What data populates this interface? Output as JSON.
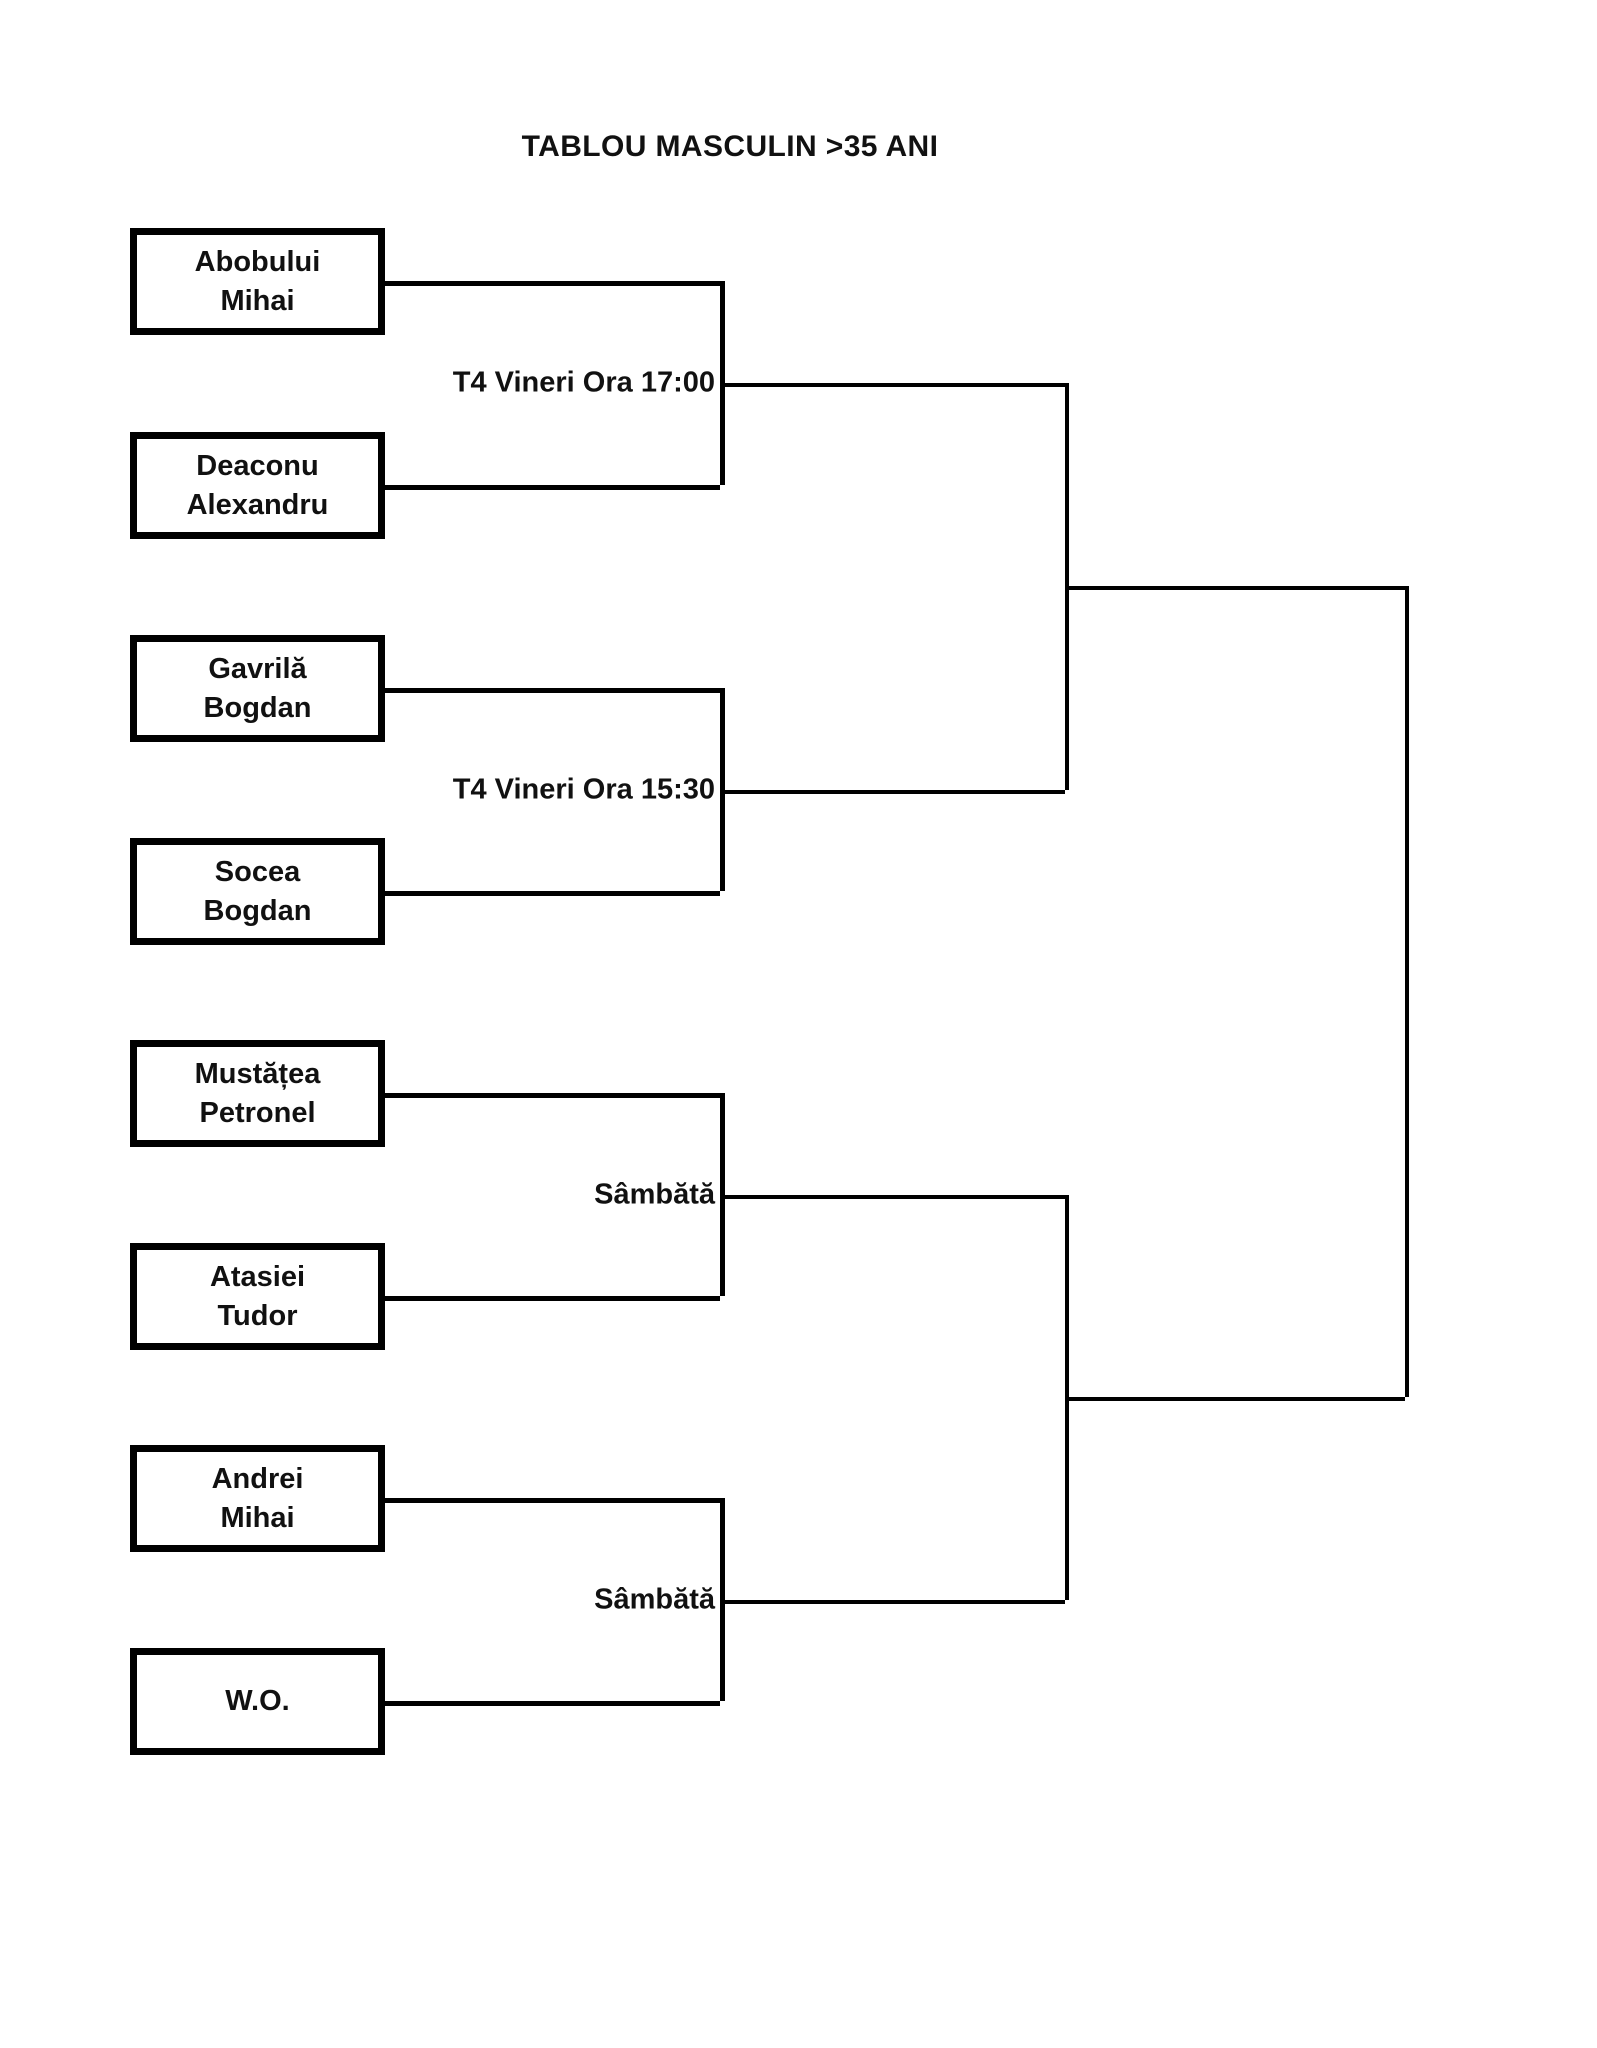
{
  "title": "TABLOU MASCULIN >35 ANI",
  "bracket": {
    "type": "single-elimination",
    "rounds": 3,
    "players": [
      {
        "id": "p1",
        "line1": "Abobului",
        "line2": "Mihai"
      },
      {
        "id": "p2",
        "line1": "Deaconu",
        "line2": "Alexandru"
      },
      {
        "id": "p3",
        "line1": "Gavrilă",
        "line2": "Bogdan"
      },
      {
        "id": "p4",
        "line1": "Socea",
        "line2": "Bogdan"
      },
      {
        "id": "p5",
        "line1": "Mustățea",
        "line2": "Petronel"
      },
      {
        "id": "p6",
        "line1": "Atasiei",
        "line2": "Tudor"
      },
      {
        "id": "p7",
        "line1": "Andrei",
        "line2": "Mihai"
      },
      {
        "id": "p8",
        "line1": "W.O.",
        "line2": ""
      }
    ],
    "matches": [
      {
        "id": "m1",
        "round": 1,
        "label": "T4 Vineri Ora 17:00"
      },
      {
        "id": "m2",
        "round": 1,
        "label": "T4 Vineri Ora 15:30"
      },
      {
        "id": "m3",
        "round": 1,
        "label": "Sâmbătă"
      },
      {
        "id": "m4",
        "round": 1,
        "label": "Sâmbătă"
      }
    ],
    "colors": {
      "line": "#000000",
      "text": "#111111",
      "background": "#ffffff"
    }
  }
}
